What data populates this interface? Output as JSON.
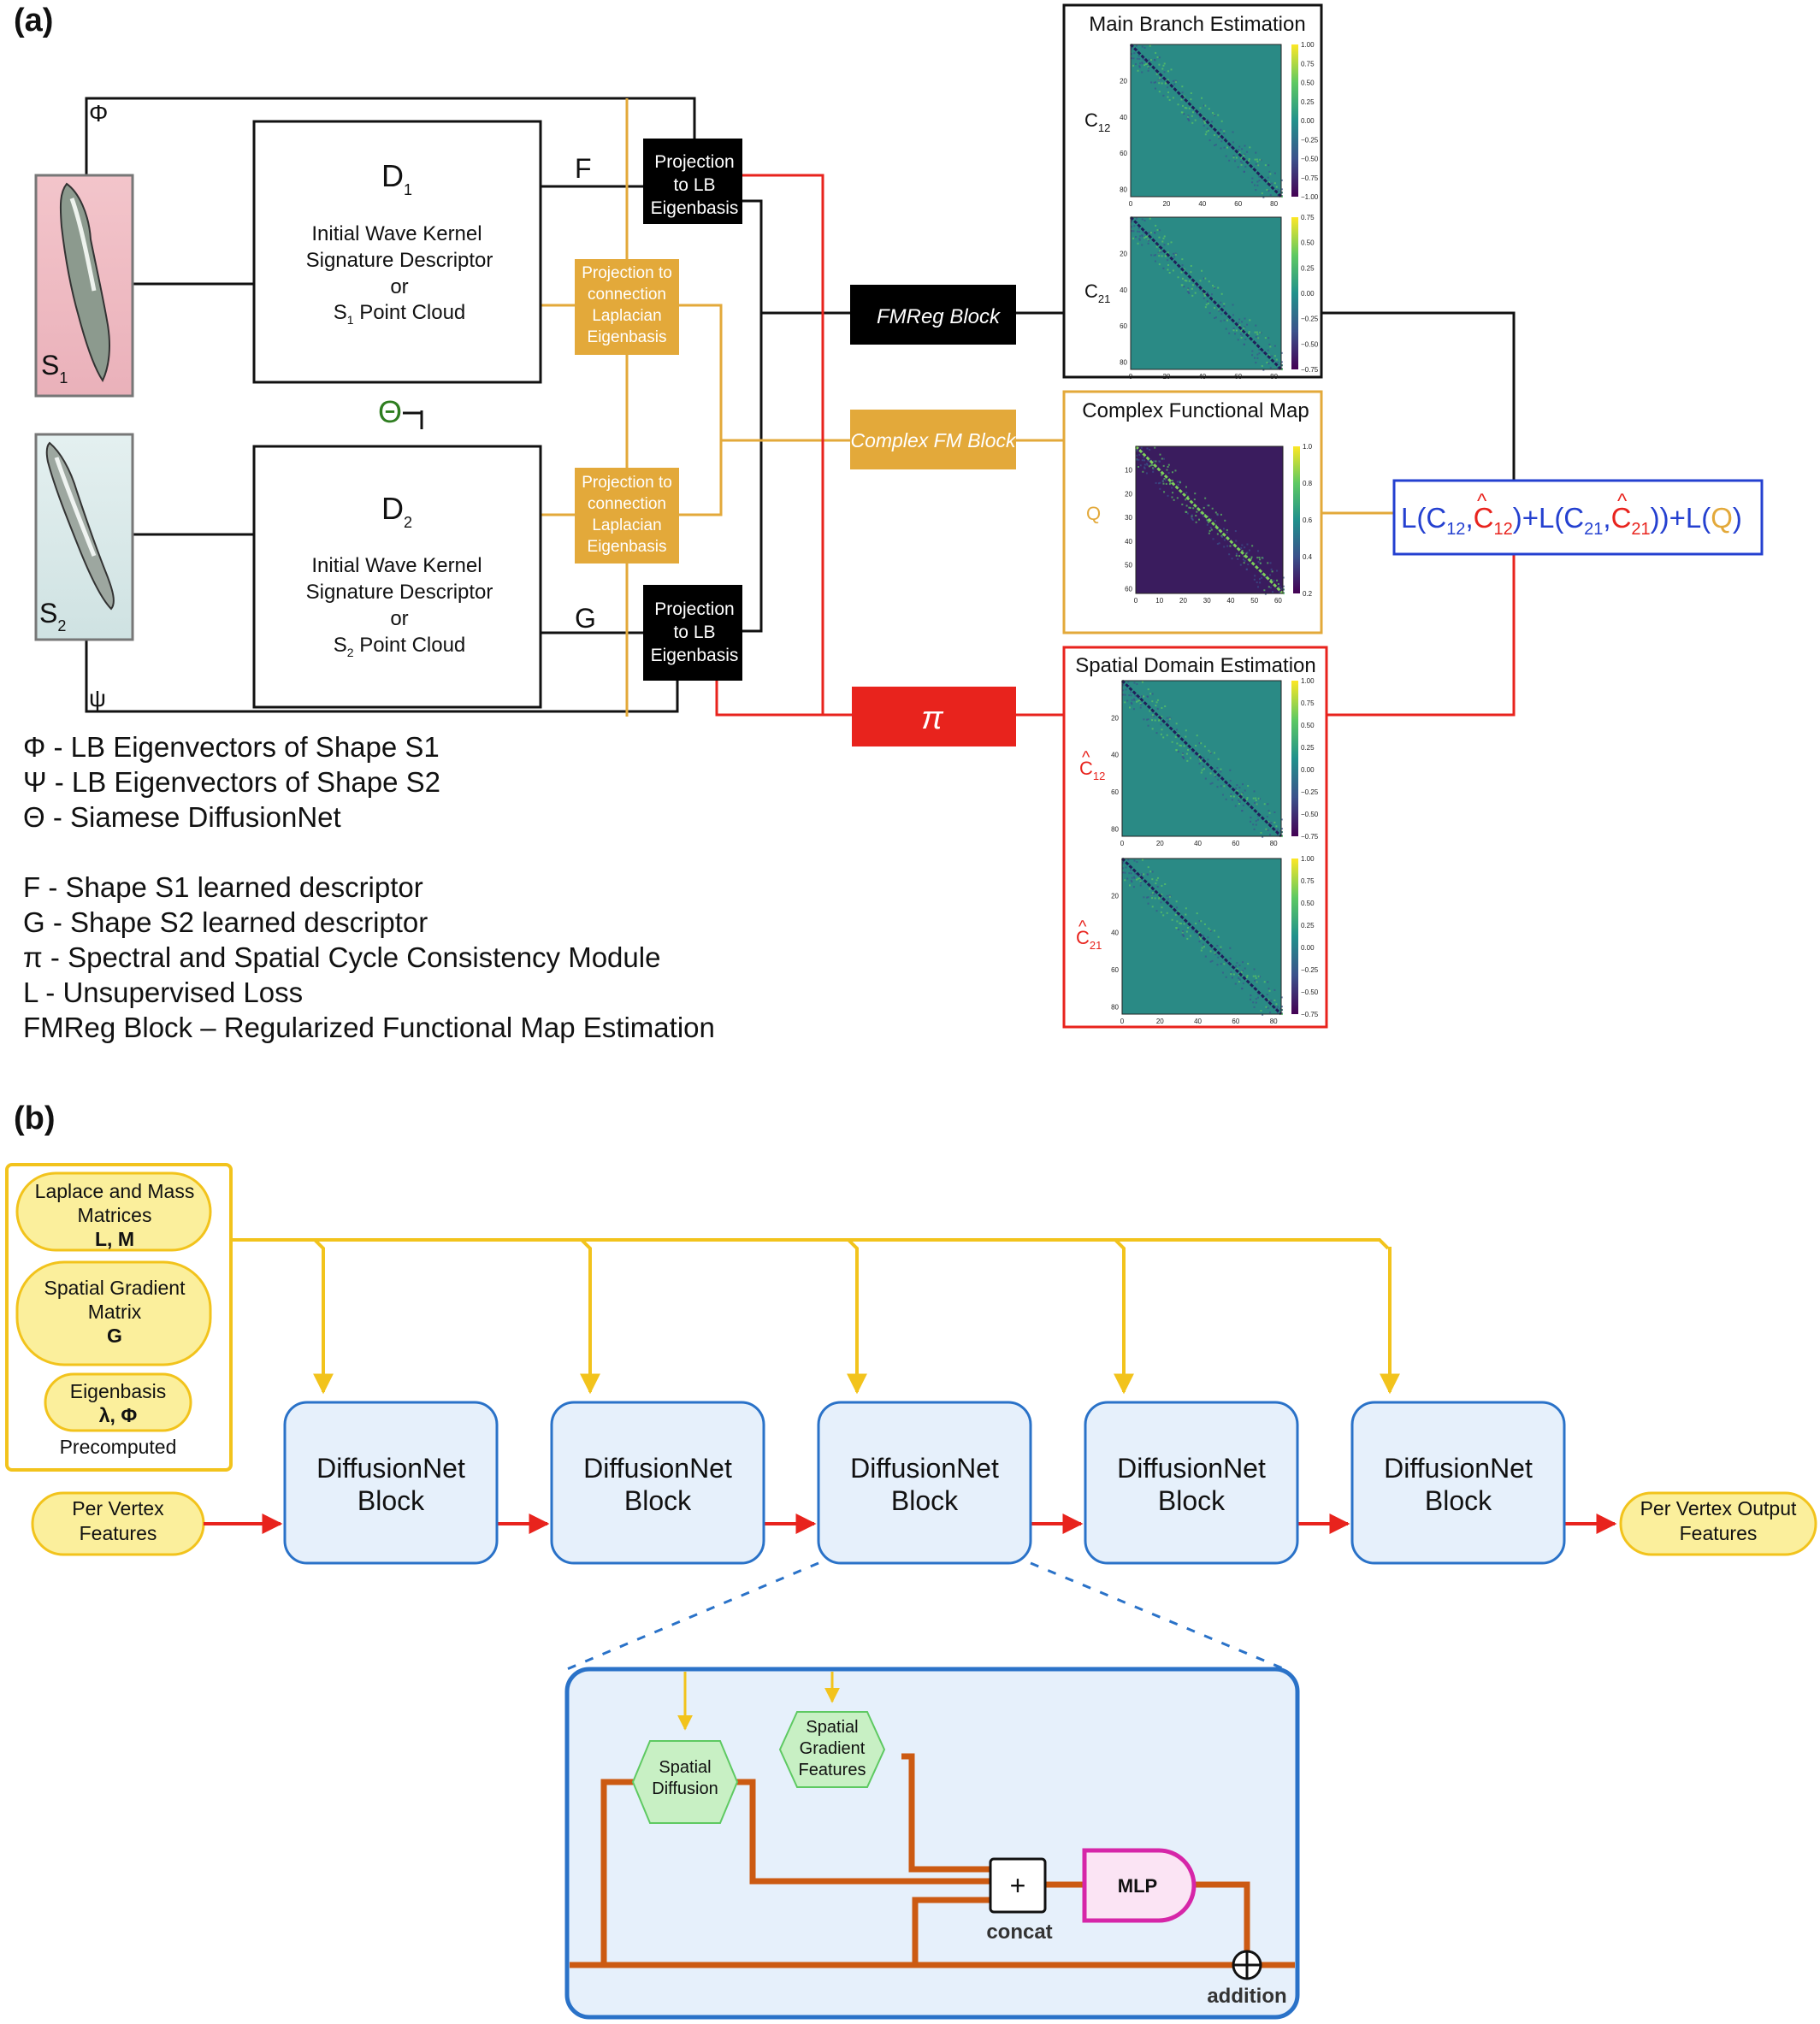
{
  "panel_a": {
    "label": "(a)",
    "phi_sym": "Φ",
    "psi_sym": "ψ",
    "theta_sym": "Θ",
    "s1_name": "S",
    "s1_sub": "1",
    "s2_name": "S",
    "s2_sub": "2",
    "d1": {
      "name": "D",
      "sub": "1",
      "line1": "Initial Wave Kernel",
      "line2": "Signature Descriptor",
      "line3": "or",
      "line4a": "S",
      "line4sub": "1",
      "line4b": " Point Cloud"
    },
    "d2": {
      "name": "D",
      "sub": "2",
      "line1": "Initial Wave Kernel",
      "line2": "Signature Descriptor",
      "line3": "or",
      "line4a": "S",
      "line4sub": "2",
      "line4b": " Point Cloud"
    },
    "f_label": "F",
    "g_label": "G",
    "proj_lb": [
      "Projection",
      "to LB",
      "Eigenbasis"
    ],
    "proj_conn": [
      "Projection to",
      "connection",
      "Laplacian",
      "Eigenbasis"
    ],
    "fmreg_block": "FMReg Block",
    "complex_fm_block": "Complex FM Block",
    "pi_block": "π",
    "main_branch_title": "Main Branch Estimation",
    "complex_map_title": "Complex Functional Map",
    "spatial_title": "Spatial Domain Estimation",
    "c12": "C",
    "c12_sub": "12",
    "c21": "C",
    "c21_sub": "21",
    "q_label": "Q",
    "chat12": "C",
    "chat12_sub": "12",
    "chat21": "C",
    "chat21_sub": "21",
    "hat": "^",
    "loss": {
      "p1": "L(C",
      "s1": "12",
      "p2": ",",
      "h1": "C",
      "hs1": "12",
      "p3": ")+L(C",
      "s2": "21",
      "p4": ",",
      "h2": "C",
      "hs2": "21",
      "p5": "))+L(",
      "q": "Q",
      "p6": ")"
    },
    "matrix_ticks_96": [
      "0",
      "20",
      "40",
      "60",
      "80"
    ],
    "matrix_ticks_64": [
      "0",
      "10",
      "20",
      "30",
      "40",
      "50",
      "60"
    ],
    "cbar_ticks_main1": [
      "1.00",
      "0.75",
      "0.50",
      "0.25",
      "0.00",
      "−0.25",
      "−0.50",
      "−0.75",
      "−1.00"
    ],
    "cbar_ticks_main2": [
      "0.75",
      "0.50",
      "0.25",
      "0.00",
      "−0.25",
      "−0.50",
      "−0.75"
    ],
    "cbar_ticks_q": [
      "1.0",
      "0.8",
      "0.6",
      "0.4",
      "0.2"
    ],
    "cbar_ticks_sp1": [
      "1.00",
      "0.75",
      "0.50",
      "0.25",
      "0.00",
      "−0.25",
      "−0.50",
      "−0.75"
    ],
    "cbar_ticks_sp2": [
      "1.00",
      "0.75",
      "0.50",
      "0.25",
      "0.00",
      "−0.25",
      "−0.50",
      "−0.75"
    ],
    "legend": [
      "Φ - LB Eigenvectors of Shape S1",
      "Ψ - LB Eigenvectors of Shape S2",
      "Θ - Siamese DiffusionNet",
      "F - Shape S1 learned descriptor",
      "G - Shape S2 learned descriptor",
      "π - Spectral and Spatial Cycle Consistency Module",
      "L - Unsupervised Loss",
      "FMReg Block – Regularized Functional Map Estimation"
    ]
  },
  "panel_b": {
    "label": "(b)",
    "laplace": [
      "Laplace and Mass",
      "Matrices",
      "L, M"
    ],
    "grad": [
      "Spatial Gradient",
      "Matrix",
      "G"
    ],
    "eigen": [
      "Eigenbasis",
      "λ, Φ"
    ],
    "precomputed": "Precomputed",
    "input": [
      "Per Vertex",
      "Features"
    ],
    "output": [
      "Per Vertex Output",
      "Features"
    ],
    "block_line1": "DiffusionNet",
    "block_line2": "Block",
    "spatial_diffusion": [
      "Spatial",
      "Diffusion"
    ],
    "spatial_grad_feat": [
      "Spatial",
      "Gradient",
      "Features"
    ],
    "mlp": "MLP",
    "concat_sym": "+",
    "concat": "concat",
    "addition": "addition"
  },
  "colors": {
    "black_block": "#000000",
    "orange_block": "#e3a93a",
    "red": "#e8231d",
    "blue_text": "#2440d0",
    "green_theta": "#2e7d1f",
    "yellow_line": "#f2c31c",
    "pill_fill": "#fbef9c",
    "block_fill": "#e6f0fb",
    "block_border": "#2a72c8",
    "orange_path": "#cc5a12",
    "hex_fill": "#c8f0c4",
    "mlp_border": "#d626a8"
  }
}
